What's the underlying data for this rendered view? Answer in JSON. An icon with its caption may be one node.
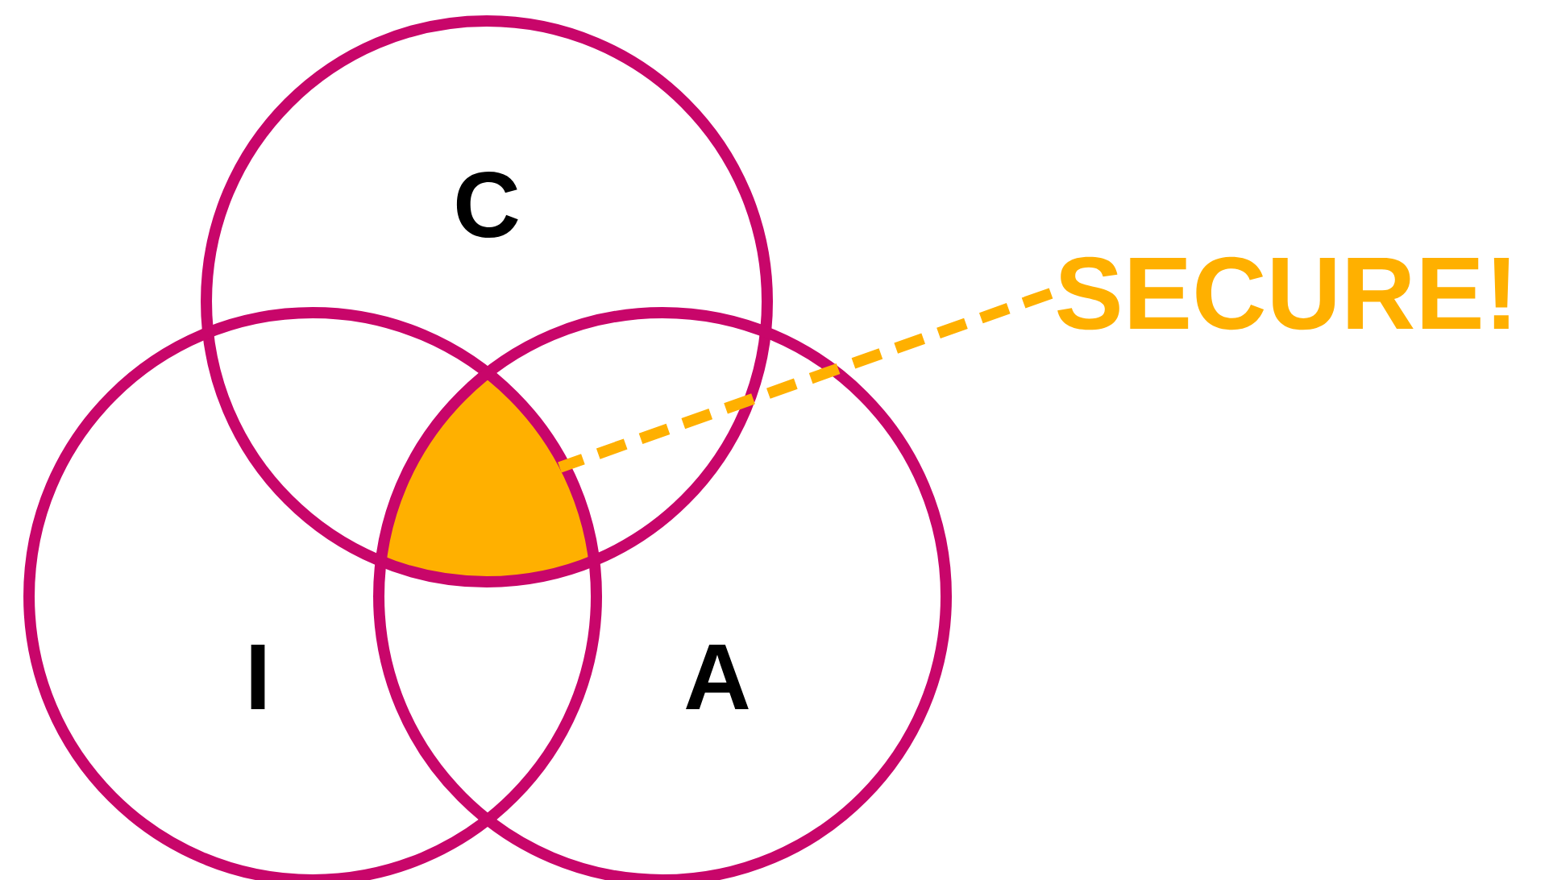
{
  "diagram": {
    "nodes": [
      {
        "text": [
          "C"
        ]
      },
      {
        "text": [
          "I"
        ]
      },
      {
        "text": [
          "A"
        ]
      },
      {
        "text": [],
        "shape": "triangle"
      },
      {
        "text": [
          "SECURE!"
        ]
      }
    ],
    "edges": [
      {
        "from": 4,
        "to": 3,
        "arrow": "none",
        "style": "dashed",
        "color": "#ffb000"
      }
    ]
  }
}
